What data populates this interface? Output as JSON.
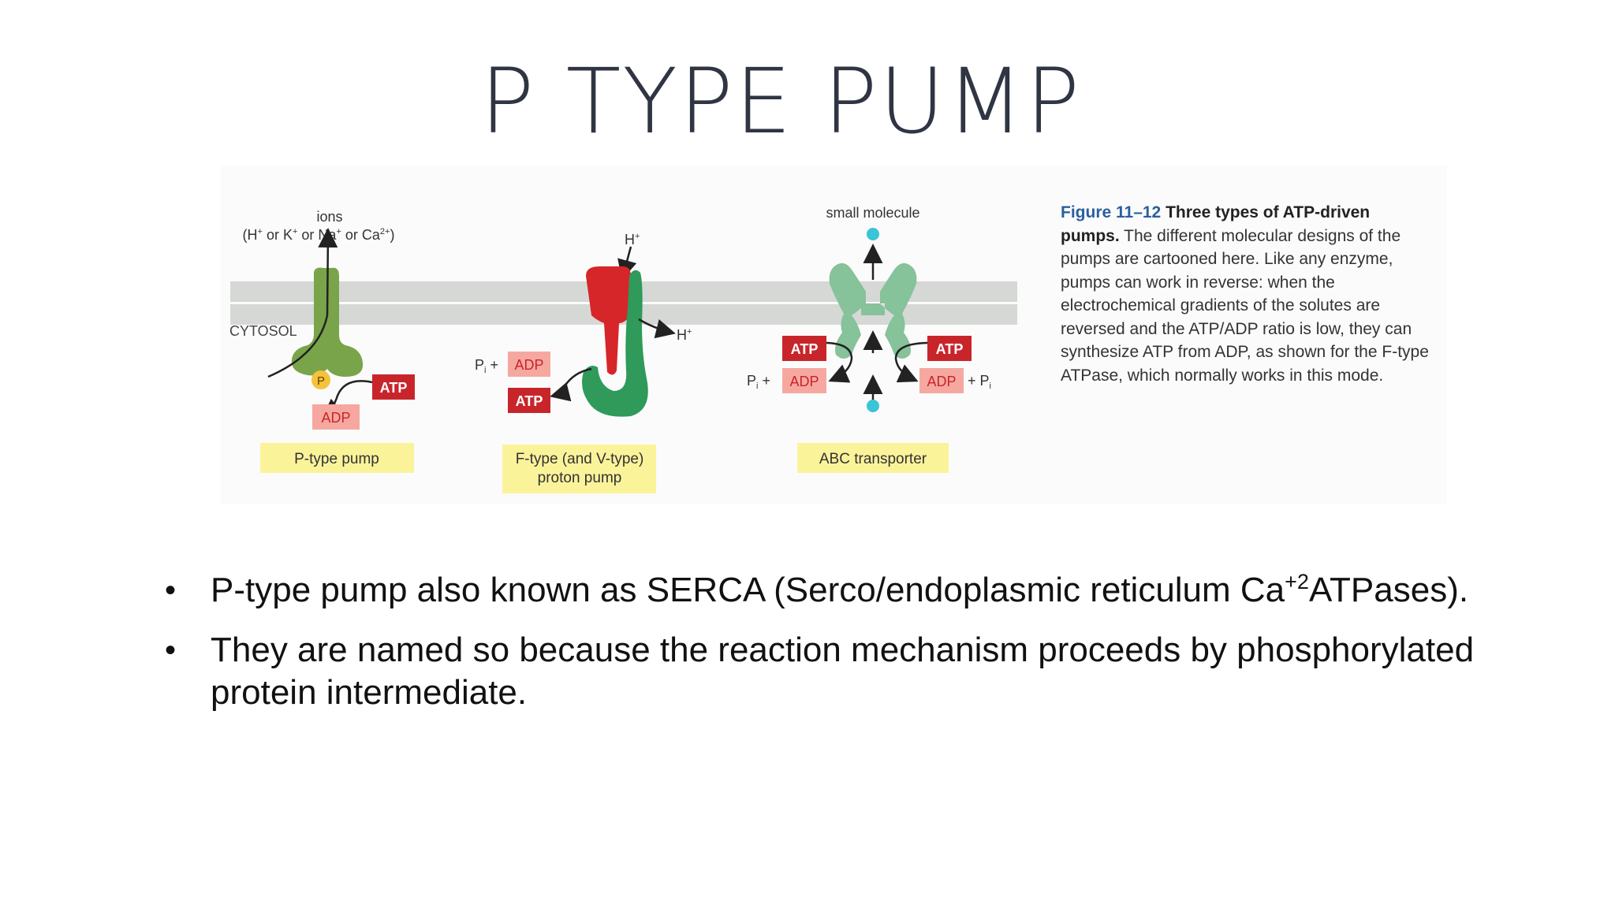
{
  "title": "P TYPE PUMP",
  "figure": {
    "labels": {
      "ions": "ions",
      "ion_list_pre": "(H",
      "ion_k": " or K",
      "ion_na": " or Na",
      "ion_ca": " or Ca",
      "ion_close": ")",
      "plus_sup": "+",
      "ca_sup": "2+",
      "cytosol": "CYTOSOL",
      "p": "P",
      "atp": "ATP",
      "adp": "ADP",
      "h_plus": "H",
      "pi_plus": "P",
      "pi_sub": "i",
      "plus": "+",
      "small_molecule": "small molecule"
    },
    "boxes": {
      "p_type": "P-type pump",
      "f_type_1": "F-type (and V-type)",
      "f_type_2": "proton pump",
      "abc": "ABC transporter"
    },
    "caption": {
      "number": "Figure 11–12",
      "title": "Three types of ATP-driven pumps.",
      "body": "The different molecular designs of the pumps are cartooned here. Like any enzyme, pumps can work in reverse: when the electrochemical gradients of the solutes are reversed and the ATP/ADP ratio is low, they can synthesize ATP from ADP, as shown for the F-type ATPase, which normally works in this mode."
    },
    "colors": {
      "membrane": "#d6d8d6",
      "p_type_green": "#79a44a",
      "f_type_red": "#d6262a",
      "f_type_green": "#2f9a5a",
      "abc_green": "#86c29a",
      "atp_box": "#c8252b",
      "adp_box": "#f6a8a0",
      "label_box": "#fbf39a",
      "phosphate": "#f3c33b",
      "molecule": "#39c4d8"
    }
  },
  "bullets": [
    {
      "pre": "P-type pump also known as SERCA (Serco/endoplasmic reticulum Ca",
      "sup": "+2",
      "post": "ATPases)."
    },
    {
      "text": "They are named so because the reaction mechanism proceeds by phosphorylated protein intermediate."
    }
  ]
}
